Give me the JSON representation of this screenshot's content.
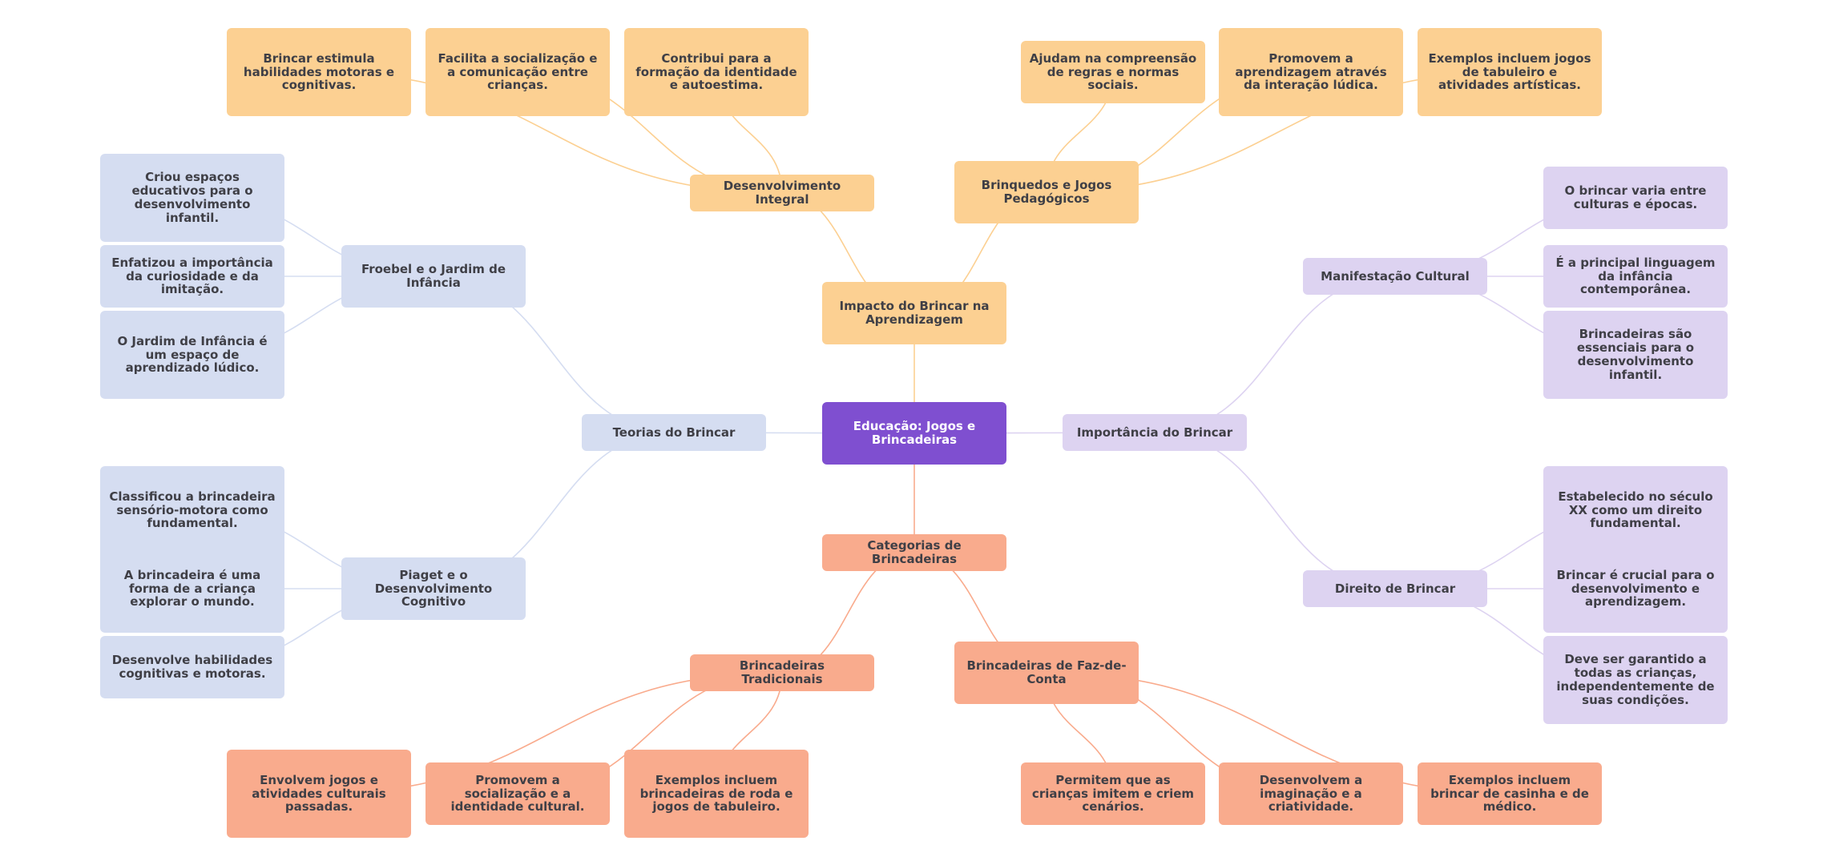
{
  "colors": {
    "root": "#7f4fd0",
    "impact": "#fcd092",
    "categories": "#f9ab8d",
    "theories": "#d5ddf1",
    "importance": "#ddd3f1"
  },
  "mindmap": {
    "root": "Educação: Jogos e Brincadeiras",
    "impact": {
      "title": "Impacto do Brincar na Aprendizagem",
      "integral": {
        "title": "Desenvolvimento Integral",
        "items": [
          "Brincar estimula habilidades motoras e cognitivas.",
          "Facilita a socialização e a comunicação entre crianças.",
          "Contribui para a formação da identidade e autoestima."
        ]
      },
      "toys": {
        "title": "Brinquedos e Jogos Pedagógicos",
        "items": [
          "Ajudam na compreensão de regras e normas sociais.",
          "Promovem a aprendizagem através da interação lúdica.",
          "Exemplos incluem jogos de tabuleiro e atividades artísticas."
        ]
      }
    },
    "theories": {
      "title": "Teorias do Brincar",
      "froebel": {
        "title": "Froebel e o Jardim de Infância",
        "items": [
          "Criou espaços educativos para o desenvolvimento infantil.",
          "Enfatizou a importância da curiosidade e da imitação.",
          "O Jardim de Infância é um espaço de aprendizado lúdico."
        ]
      },
      "piaget": {
        "title": "Piaget e o Desenvolvimento Cognitivo",
        "items": [
          "Classificou a brincadeira sensório-motora como fundamental.",
          "A brincadeira é uma forma de a criança explorar o mundo.",
          "Desenvolve habilidades cognitivas e motoras."
        ]
      }
    },
    "importance": {
      "title": "Importância do Brincar",
      "cultural": {
        "title": "Manifestação Cultural",
        "items": [
          "O brincar varia entre culturas e épocas.",
          "É a principal linguagem da infância contemporânea.",
          "Brincadeiras são essenciais para o desenvolvimento infantil."
        ]
      },
      "right": {
        "title": "Direito de Brincar",
        "items": [
          "Estabelecido no século XX como um direito fundamental.",
          "Brincar é crucial para o desenvolvimento e aprendizagem.",
          "Deve ser garantido a todas as crianças, independentemente de suas condições."
        ]
      }
    },
    "categories": {
      "title": "Categorias de Brincadeiras",
      "traditional": {
        "title": "Brincadeiras Tradicionais",
        "items": [
          "Envolvem jogos e atividades culturais passadas.",
          "Promovem a socialização e a identidade cultural.",
          "Exemplos incluem brincadeiras de roda e jogos de tabuleiro."
        ]
      },
      "pretend": {
        "title": "Brincadeiras de Faz-de-Conta",
        "items": [
          "Permitem que as crianças imitem e criem cenários.",
          "Desenvolvem a imaginação e a criatividade.",
          "Exemplos incluem brincar de casinha e de médico."
        ]
      }
    }
  }
}
